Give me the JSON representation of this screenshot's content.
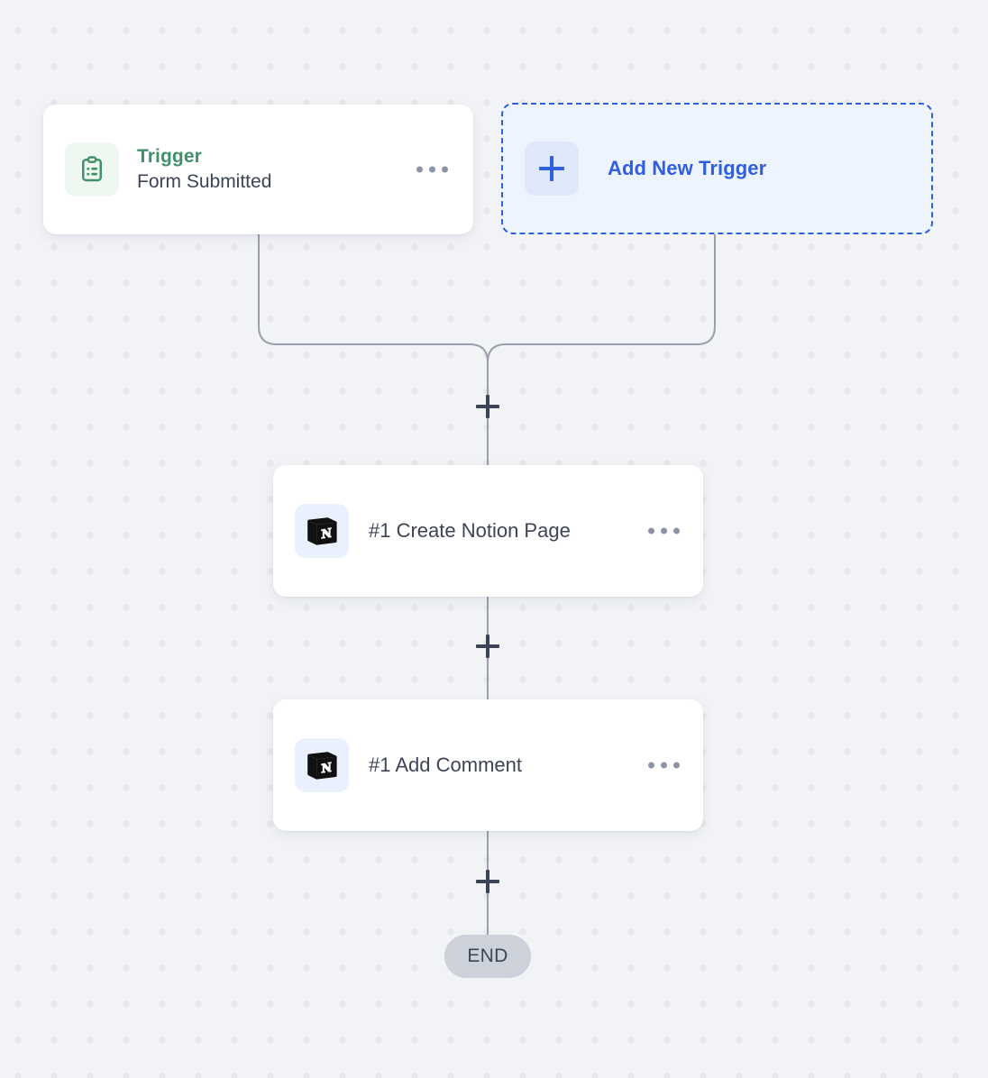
{
  "canvas": {
    "background_color": "#f1f3f7",
    "dot_color": "#e7e8ea",
    "connector_color": "#9aa0ab"
  },
  "triggers": {
    "existing": {
      "icon": "clipboard-list-icon",
      "icon_color": "#3f9268",
      "icon_tile_color": "#eef8f1",
      "kind_label": "Trigger",
      "name_label": "Form Submitted",
      "menu_icon": "ellipsis-icon"
    },
    "add_new": {
      "icon": "plus-icon",
      "label": "Add New Trigger",
      "accent_color": "#2f5fe0",
      "fill_color": "#eef4fe",
      "icon_tile_color": "#dfe8fb"
    }
  },
  "actions": [
    {
      "icon": "notion-icon",
      "label": "#1 Create Notion Page",
      "icon_tile_color": "#eaf0fd",
      "menu_icon": "ellipsis-icon"
    },
    {
      "icon": "notion-icon",
      "label": "#1 Add Comment",
      "icon_tile_color": "#eaf0fd",
      "menu_icon": "ellipsis-icon"
    }
  ],
  "connector_handles": [
    {
      "name": "add-step-after-triggers",
      "icon": "plus-icon"
    },
    {
      "name": "add-step-after-create-notion-page",
      "icon": "plus-icon"
    },
    {
      "name": "add-step-after-add-comment",
      "icon": "plus-icon"
    }
  ],
  "end_node": {
    "label": "END",
    "fill_color": "#cdd2da",
    "text_color": "#3d4456"
  }
}
